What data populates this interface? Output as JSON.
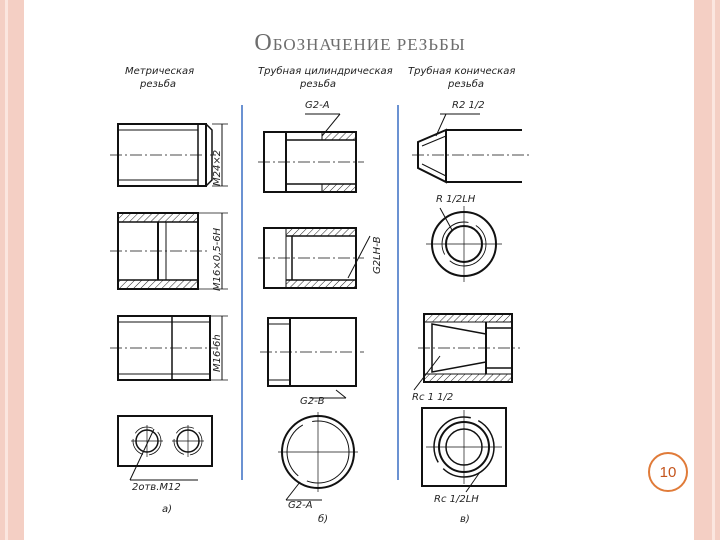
{
  "slide": {
    "title_first": "О",
    "title_rest_1": "БОЗНАЧЕНИЕ ",
    "title_rest_2": "РЕЗЬБЫ",
    "page_number": "10"
  },
  "drawing": {
    "col_a": {
      "header_line1": "Метрическая",
      "header_line2": "резьба",
      "dims": [
        "M24×2",
        "M16×0,5-6H",
        "M16-6h"
      ],
      "leader_label": "2отв.M12",
      "sub": "а)"
    },
    "col_b": {
      "header_line1": "Трубная цилиндрическая",
      "header_line2": "резьба",
      "labels": [
        "G2-A",
        "G2LH-B",
        "G2-B",
        "G2-A"
      ],
      "sub": "б)"
    },
    "col_c": {
      "header_line1": "Трубная коническая",
      "header_line2": "резьба",
      "labels": [
        "R2 1/2",
        "R 1/2LH",
        "Rc 1 1/2",
        "Rc 1/2LH"
      ],
      "sub": "в)"
    }
  }
}
